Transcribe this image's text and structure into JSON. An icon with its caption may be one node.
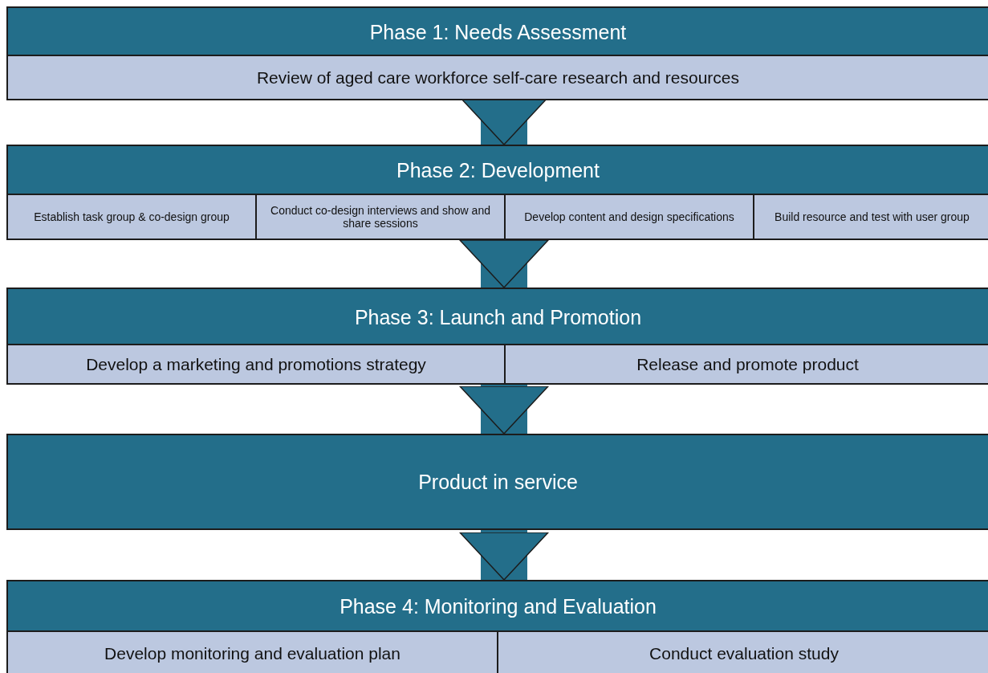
{
  "diagram": {
    "nodes": [
      {
        "text": [
          "Phase 1: Needs Assessment"
        ]
      },
      {
        "text": [
          "Review of aged care workforce self-care research and resources"
        ],
        "in": 0
      },
      {
        "text": [
          "Phase 2: Development"
        ]
      },
      {
        "text": [
          "Establish task group &  co-design group"
        ],
        "in": 2
      },
      {
        "text": [
          "Conduct co-design interviews and show and share sessions"
        ],
        "in": 2
      },
      {
        "text": [
          "Develop content and design specifications"
        ],
        "in": 2
      },
      {
        "text": [
          "Build resource and test with user group"
        ],
        "in": 2
      },
      {
        "text": [
          "Phase 3: Launch and Promotion"
        ]
      },
      {
        "text": [
          "Develop a marketing and promotions strategy"
        ],
        "in": 7
      },
      {
        "text": [
          "Release and promote product"
        ],
        "in": 7
      },
      {
        "text": [
          "Product in service"
        ]
      },
      {
        "text": [
          "Phase 4: Monitoring and Evaluation"
        ]
      },
      {
        "text": [
          "Develop monitoring and evaluation plan"
        ],
        "in": 11
      },
      {
        "text": [
          "Conduct evaluation study"
        ],
        "in": 11
      }
    ],
    "edges": [
      {
        "from": 0,
        "to": 2,
        "arrow": "to"
      },
      {
        "from": 2,
        "to": 7,
        "arrow": "to"
      },
      {
        "from": 7,
        "to": 10,
        "arrow": "to"
      },
      {
        "from": 10,
        "to": 11,
        "arrow": "to"
      }
    ]
  }
}
